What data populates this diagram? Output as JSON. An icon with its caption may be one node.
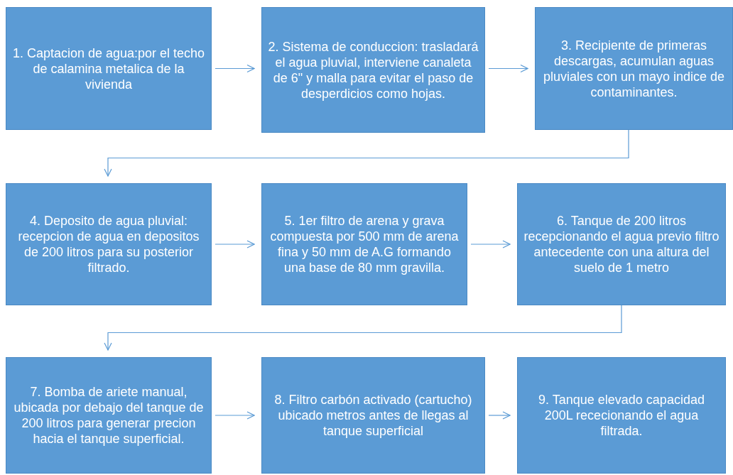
{
  "diagram": {
    "nodes": [
      {
        "text": [
          "1. Captacion de agua:por el techo de calamina metalica de la vivienda"
        ]
      },
      {
        "text": [
          "2. Sistema de conduccion: trasladará el agua pluvial, interviene canaleta de 6\" y malla para evitar el paso de desperdicios como hojas."
        ]
      },
      {
        "text": [
          "3. Recipiente de primeras descargas, acumulan aguas pluviales con un mayo indice de contaminantes."
        ]
      },
      {
        "text": [
          "4. Deposito de agua pluvial: recepcion de agua en depositos de 200 litros para su posterior filtrado."
        ]
      },
      {
        "text": [
          "5. 1er filtro de arena y grava compuesta por 500 mm de arena fina y 50 mm de A.G formando una base de 80 mm gravilla."
        ]
      },
      {
        "text": [
          "6. Tanque de 200 litros recepcionando el agua previo filtro antecedente con una altura del suelo de 1 metro"
        ]
      },
      {
        "text": [
          "7. Bomba de ariete manual, ubicada por debajo del tanque de 200 litros para generar precion hacia el tanque superficial."
        ]
      },
      {
        "text": [
          "8. Filtro carbón activado (cartucho) ubicado metros antes de llegas al tanque superficial"
        ]
      },
      {
        "text": [
          "9. Tanque elevado capacidad 200L rececionando el agua filtrada."
        ]
      }
    ],
    "edges": [
      {
        "from": 0,
        "to": 1,
        "arrow": "to"
      },
      {
        "from": 1,
        "to": 2,
        "arrow": "to"
      },
      {
        "from": 2,
        "to": 3,
        "arrow": "to"
      },
      {
        "from": 3,
        "to": 4,
        "arrow": "to"
      },
      {
        "from": 4,
        "to": 5,
        "arrow": "to"
      },
      {
        "from": 5,
        "to": 6,
        "arrow": "to"
      },
      {
        "from": 6,
        "to": 7,
        "arrow": "to"
      },
      {
        "from": 7,
        "to": 8,
        "arrow": "to"
      }
    ]
  }
}
